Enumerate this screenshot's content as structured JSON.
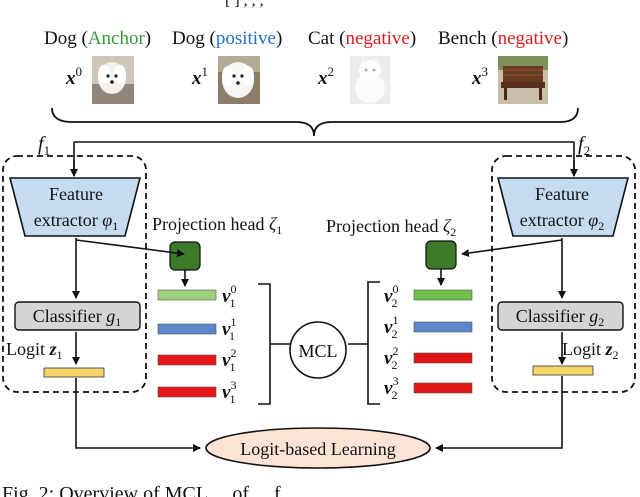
{
  "caption_top_fragment": "[      ] , , ,",
  "caption_bottom_fragment": "Fig. 2: Overview of MCL ... of ... f...",
  "samples": [
    {
      "word": "Dog",
      "role": "Anchor",
      "role_color": "#3a9a3a",
      "var": "x",
      "sup": "0",
      "photo": "white-dog-photo"
    },
    {
      "word": "Dog",
      "role": "positive",
      "role_color": "#1e6fc8",
      "var": "x",
      "sup": "1",
      "photo": "white-dog-photo"
    },
    {
      "word": "Cat",
      "role": "negative",
      "role_color": "#e01e1e",
      "var": "x",
      "sup": "2",
      "photo": "white-cat-photo"
    },
    {
      "word": "Bench",
      "role": "negative",
      "role_color": "#e01e1e",
      "var": "x",
      "sup": "3",
      "photo": "bench-photo"
    }
  ],
  "network_left": {
    "name": "f",
    "sub": "1",
    "feature_label_line1": "Feature",
    "feature_label_line2": "extractor",
    "feature_symbol": "φ",
    "feature_sub": "1",
    "projection_label": "Projection head",
    "projection_symbol": "ζ",
    "projection_sub": "1",
    "classifier_label": "Classifier",
    "classifier_symbol": "g",
    "classifier_sub": "1",
    "logit_label": "Logit",
    "logit_symbol": "z",
    "logit_sub": "1",
    "embeddings": [
      {
        "sym": "v",
        "sub": "1",
        "sup": "0",
        "color": "#9ccf7c"
      },
      {
        "sym": "v",
        "sub": "1",
        "sup": "1",
        "color": "#5b86c9"
      },
      {
        "sym": "v",
        "sub": "1",
        "sup": "2",
        "color": "#e11515"
      },
      {
        "sym": "v",
        "sub": "1",
        "sup": "3",
        "color": "#e11515"
      }
    ]
  },
  "network_right": {
    "name": "f",
    "sub": "2",
    "feature_label_line1": "Feature",
    "feature_label_line2": "extractor",
    "feature_symbol": "φ",
    "feature_sub": "2",
    "projection_label": "Projection head",
    "projection_symbol": "ζ",
    "projection_sub": "2",
    "classifier_label": "Classifier",
    "classifier_symbol": "g",
    "classifier_sub": "2",
    "logit_label": "Logit",
    "logit_symbol": "z",
    "logit_sub": "2",
    "embeddings": [
      {
        "sym": "v",
        "sub": "2",
        "sup": "0",
        "color": "#6fbf4a"
      },
      {
        "sym": "v",
        "sub": "2",
        "sup": "1",
        "color": "#5b86c9"
      },
      {
        "sym": "v",
        "sub": "2",
        "sup": "2",
        "color": "#e11515"
      },
      {
        "sym": "v",
        "sub": "2",
        "sup": "3",
        "color": "#e11515"
      }
    ]
  },
  "mcl_label": "MCL",
  "logit_learning_label": "Logit-based Learning",
  "colors": {
    "feature_fill": "#c5dcf0",
    "projection_fill": "#3d7a2a",
    "classifier_fill": "#d4d4d4",
    "logit_bar": "#f7d46a",
    "ellipse_fill": "#fbe4d6"
  }
}
